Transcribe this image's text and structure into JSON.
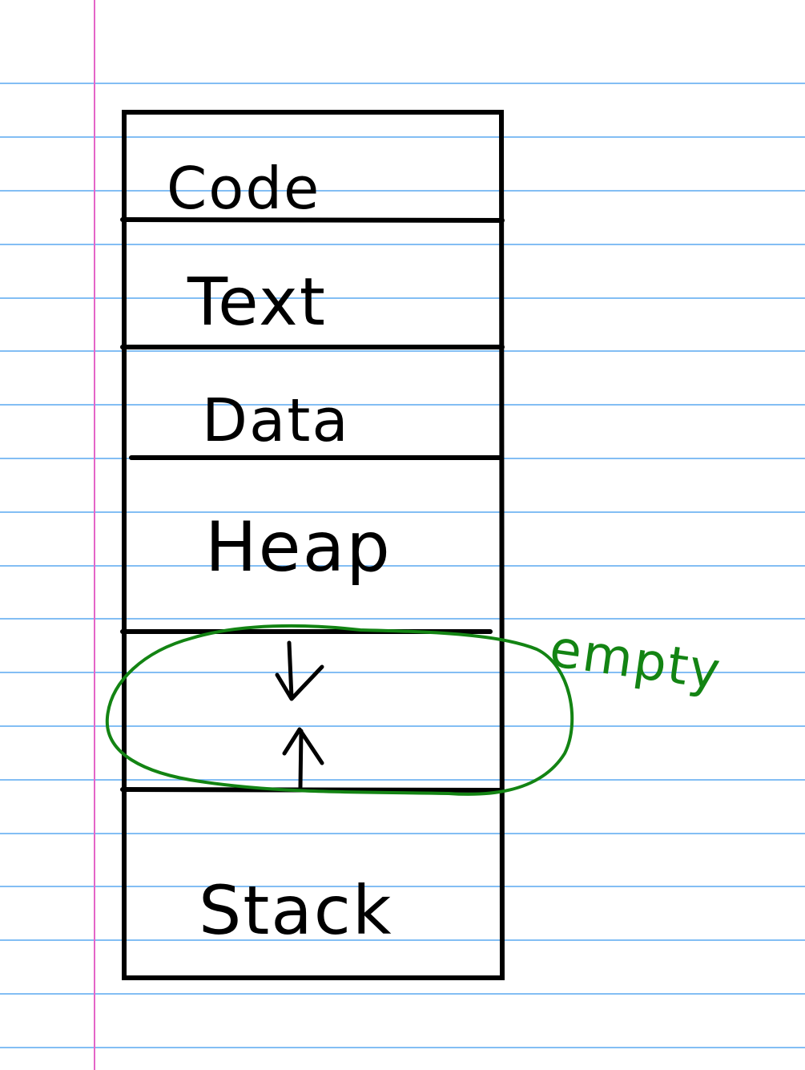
{
  "paper": {
    "rule_color": "#5aa9f0",
    "margin_color": "#e466c8",
    "ink_color": "#000000"
  },
  "memory_layout": {
    "segments": [
      {
        "label": "Code"
      },
      {
        "label": "Text"
      },
      {
        "label": "Data"
      },
      {
        "label": "Heap"
      },
      {
        "label": ""
      },
      {
        "label": "Stack"
      }
    ],
    "gap_arrows": [
      "down",
      "up"
    ]
  },
  "annotation": {
    "label": "empty",
    "color": "#138413"
  }
}
